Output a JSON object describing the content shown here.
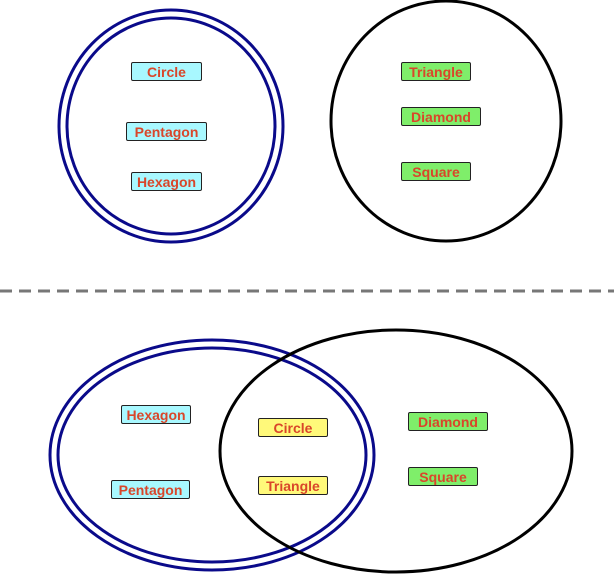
{
  "top": {
    "left_set": {
      "ring_color": "#0a0a8a",
      "items": [
        {
          "label": "Circle"
        },
        {
          "label": "Pentagon"
        },
        {
          "label": "Hexagon"
        }
      ]
    },
    "right_set": {
      "ring_color": "#000000",
      "items": [
        {
          "label": "Triangle"
        },
        {
          "label": "Diamond"
        },
        {
          "label": "Square"
        }
      ]
    }
  },
  "divider": {
    "style": "dashed",
    "color": "#777777"
  },
  "bottom": {
    "left_only": [
      {
        "label": "Hexagon"
      },
      {
        "label": "Pentagon"
      }
    ],
    "overlap": [
      {
        "label": "Circle"
      },
      {
        "label": "Triangle"
      }
    ],
    "right_only": [
      {
        "label": "Diamond"
      },
      {
        "label": "Square"
      }
    ]
  },
  "colors": {
    "label_text": "#d9462a",
    "left_label_fill": "#a8f8ff",
    "right_label_fill": "#7fee6a",
    "overlap_label_fill": "#fff97a"
  }
}
